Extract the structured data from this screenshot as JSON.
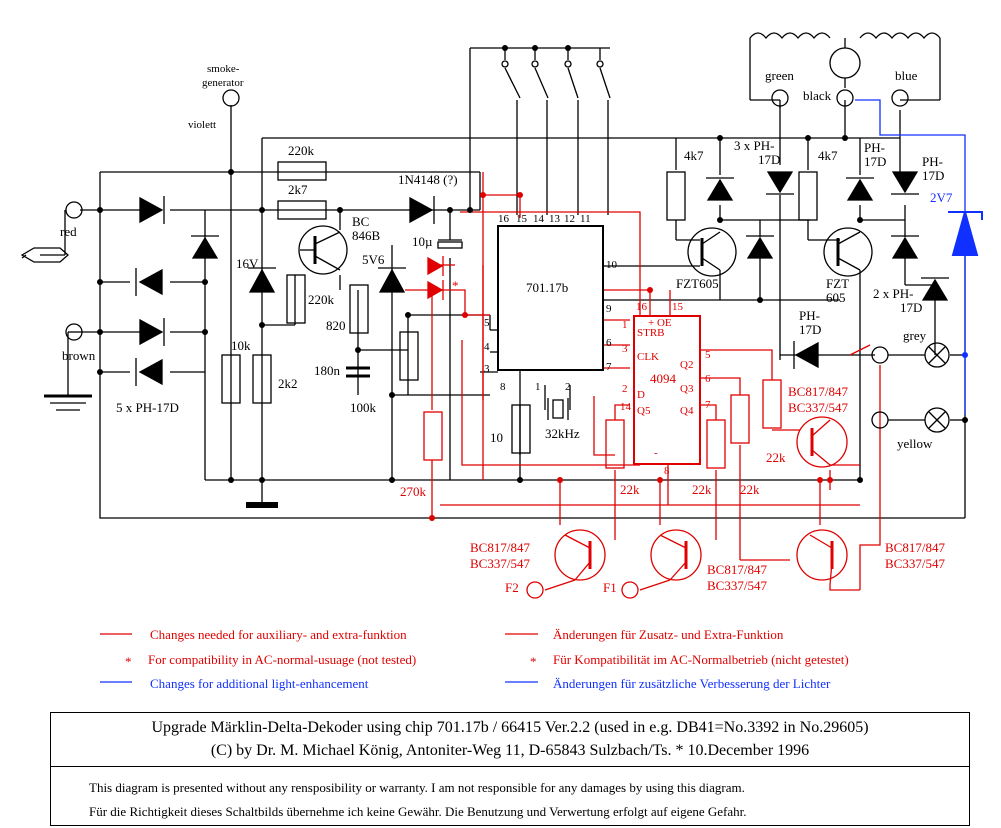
{
  "terminals": {
    "smoke_generator": "smoke-\ngenerator",
    "violett": "violett",
    "red": "red",
    "brown": "brown",
    "green": "green",
    "black": "black",
    "blue": "blue",
    "grey": "grey",
    "yellow": "yellow",
    "f1": "F1",
    "f2": "F2"
  },
  "components": {
    "r220k_top": "220k",
    "r2k7": "2k7",
    "d_1n4148": "1N4148 (?)",
    "transistor_bc846b": "BC\n846B",
    "cap_10u": "10µ",
    "zener_16v": "16V",
    "zener_5v6": "5V6",
    "r220k_mid": "220k",
    "r820": "820",
    "r10k": "10k",
    "r2k2": "2k2",
    "c180n": "180n",
    "r100k": "100k",
    "r270k": "270k",
    "r10": "10",
    "crystal": "32kHz",
    "bridge_diodes": "5 x PH-17D",
    "chip_main": "701.17b",
    "chip_shift": "4094",
    "r4k7_left": "4k7",
    "r4k7_right": "4k7",
    "diodes_3x": "3 x PH-\n17D",
    "diode_ph17d_a": "PH-\n17D",
    "diode_ph17d_b": "PH-\n17D",
    "diodes_2x": "2 x PH-\n17D",
    "diode_ph17d_c": "PH-\n17D",
    "zener_2v7": "2V7",
    "fzt605_left": "FZT605",
    "fzt605_right": "FZT\n605",
    "transistor_right": "BC817/847\nBC337/547",
    "transistor_bl": "BC817/847\nBC337/547",
    "transistor_bm": "BC817/847\nBC337/547",
    "transistor_br": "BC817/847\nBC337/547",
    "r22k_right": "22k",
    "r22k_a": "22k",
    "r22k_b": "22k",
    "r22k_c": "22k"
  },
  "pins_main": [
    "16",
    "15",
    "14",
    "13",
    "12",
    "11",
    "10",
    "9",
    "8",
    "7",
    "6",
    "5",
    "4",
    "3",
    "2",
    "1"
  ],
  "pins_shift": [
    "16",
    "15",
    "1",
    "3",
    "2",
    "14",
    "5",
    "6",
    "7",
    "8"
  ],
  "pin_names_shift": {
    "oe": "+ OE",
    "strb": "STRB",
    "clk": "CLK",
    "d": "D",
    "q2": "Q2",
    "q3": "Q3",
    "q4": "Q4",
    "q5": "Q5",
    "minus": "-"
  },
  "legend": {
    "left": [
      {
        "symbol": "line",
        "color": "#e00000",
        "text": "Changes needed for auxiliary- and extra-funktion"
      },
      {
        "symbol": "*",
        "color": "#e00000",
        "text": "For compatibility in AC-normal-usuage (not tested)"
      },
      {
        "symbol": "line",
        "color": "#1030ff",
        "text": "Changes for additional light-enhancement"
      }
    ],
    "right": [
      {
        "symbol": "line",
        "color": "#e00000",
        "text": "Änderungen für Zusatz- und Extra-Funktion"
      },
      {
        "symbol": "*",
        "color": "#e00000",
        "text": "Für Kompatibilität im AC-Normalbetrieb (nicht getestet)"
      },
      {
        "symbol": "line",
        "color": "#1030ff",
        "text": "Änderungen für zusätzliche Verbesserung der Lichter"
      }
    ]
  },
  "title_block": {
    "line1": "Upgrade Märklin-Delta-Dekoder using chip 701.17b / 66415 Ver.2.2 (used in e.g. DB41=No.3392 in No.29605)",
    "line2": "(C) by Dr. M. Michael König, Antoniter-Weg 11, D-65843 Sulzbach/Ts. * 10.December 1996",
    "note_en": "This diagram is presented without any rensposibility or warranty. I am not responsible for any damages by using this diagram.",
    "note_de": "Für die Richtigkeit dieses Schaltbilds übernehme ich keine Gewähr. Die Benutzung und Verwertung erfolgt auf eigene Gefahr."
  },
  "colors": {
    "base": "#000000",
    "change": "#e00000",
    "light": "#1030ff"
  }
}
